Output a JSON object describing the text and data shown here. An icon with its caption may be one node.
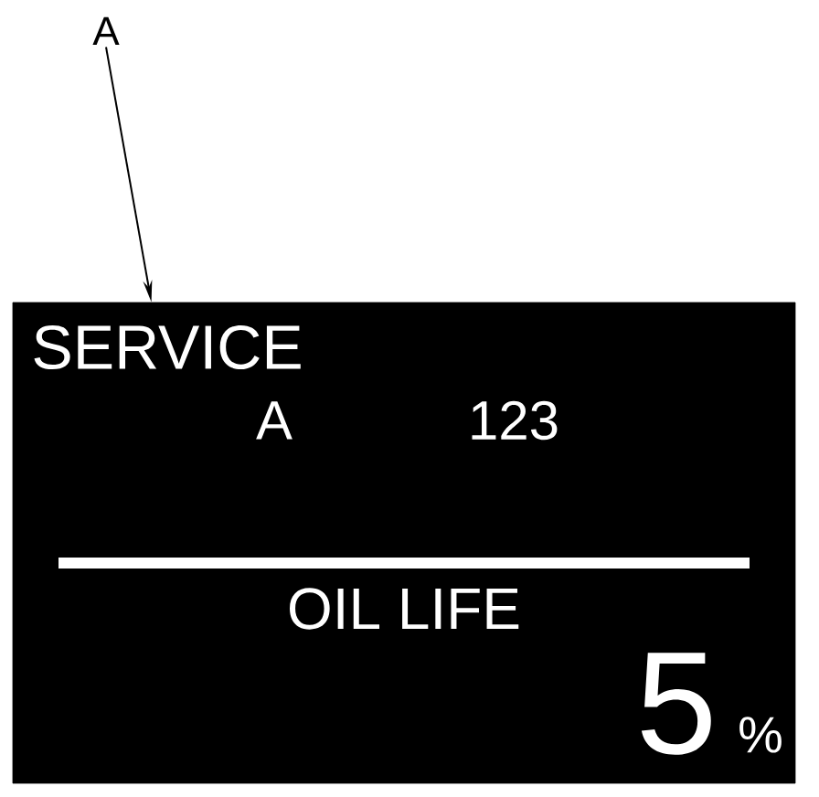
{
  "diagram": {
    "nodes": [
      {
        "text": [
          "A"
        ]
      },
      {
        "text": [
          "SERVICE",
          "A",
          "123",
          "OIL LIFE",
          "5",
          "%"
        ]
      }
    ],
    "edges": [
      {
        "from": 0,
        "to": 1,
        "arrow": "to"
      }
    ]
  }
}
